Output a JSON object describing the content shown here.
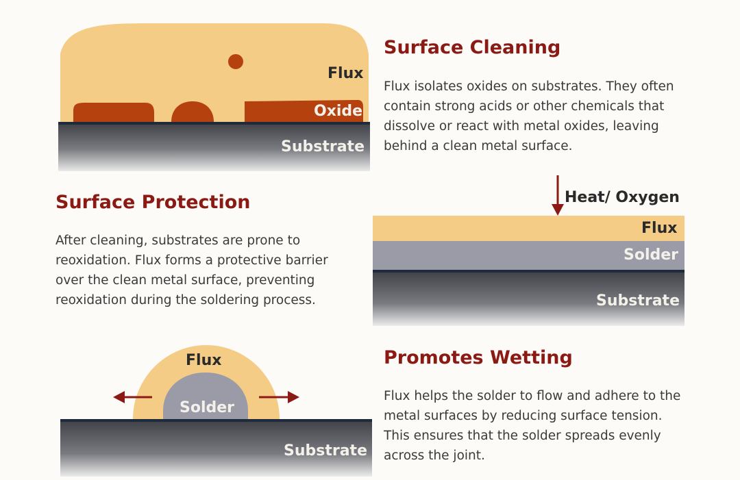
{
  "colors": {
    "heading": "#8b1a14",
    "flux": "#f5cc86",
    "oxide": "#b5410f",
    "solder": "#9b9ba7",
    "substrate_top": "#1f2a3d",
    "substrate_mid": "#3d3f44",
    "substrate_bottom": "#eaeaea",
    "arrow": "#8b1a14",
    "body_text": "#3a3a3a"
  },
  "sections": {
    "cleaning": {
      "title": "Surface Cleaning",
      "body": "Flux isolates oxides on substrates.  They often contain strong acids or other chemicals that dissolve or react with metal oxides, leaving behind a clean metal surface.",
      "labels": {
        "flux": "Flux",
        "oxide": "Oxide",
        "substrate": "Substrate"
      }
    },
    "protection": {
      "title": "Surface Protection",
      "body": "After cleaning, substrates are prone to reoxidation. Flux forms a protective barrier over the clean metal surface, preventing reoxidation during the soldering process.",
      "labels": {
        "arrow": "Heat/ Oxygen",
        "flux": "Flux",
        "solder": "Solder",
        "substrate": "Substrate"
      }
    },
    "wetting": {
      "title": "Promotes Wetting",
      "body": "Flux helps the solder to flow and adhere to the metal surfaces by reducing surface tension. This ensures that the solder spreads evenly across the joint.",
      "labels": {
        "flux": "Flux",
        "solder": "Solder",
        "substrate": "Substrate"
      }
    }
  },
  "icons": {
    "down_arrow": "arrow-down-icon",
    "left_arrow": "arrow-left-icon",
    "right_arrow": "arrow-right-icon"
  }
}
